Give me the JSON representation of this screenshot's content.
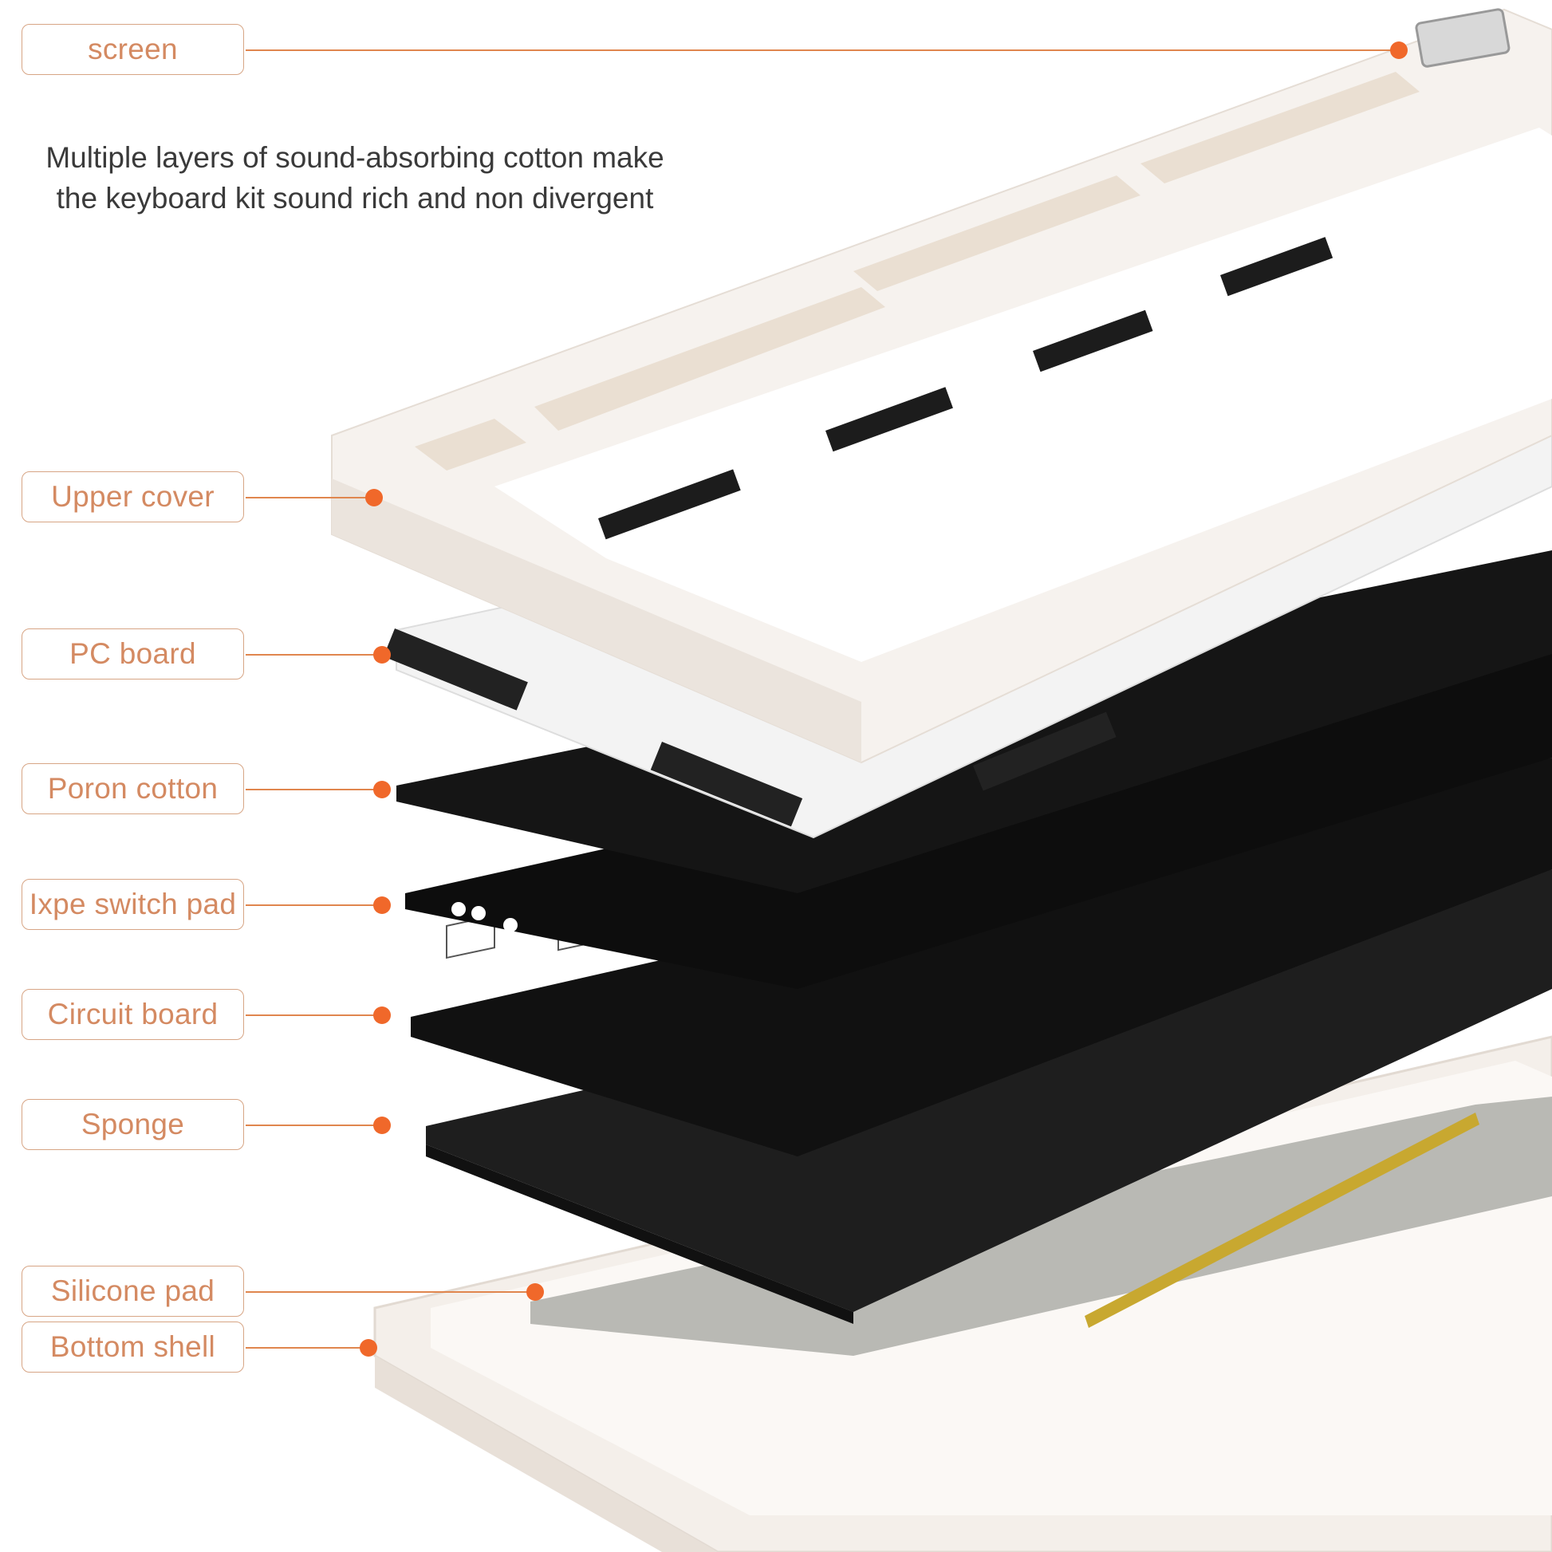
{
  "description": {
    "line1": "Multiple layers of sound-absorbing cotton make",
    "line2": "the keyboard kit sound rich and non divergent"
  },
  "callouts": [
    {
      "label": "screen"
    },
    {
      "label": "Upper cover"
    },
    {
      "label": "PC board"
    },
    {
      "label": "Poron cotton"
    },
    {
      "label": "Ixpe switch pad"
    },
    {
      "label": "Circuit board"
    },
    {
      "label": "Sponge"
    },
    {
      "label": "Silicone pad"
    },
    {
      "label": "Bottom shell"
    }
  ],
  "colors": {
    "accent": "#f0682a",
    "label": "#d48a62",
    "border": "#d7a585"
  }
}
